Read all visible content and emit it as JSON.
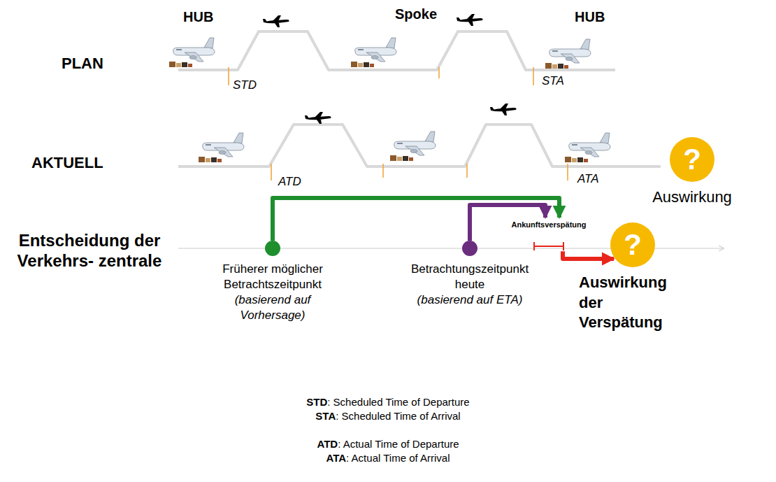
{
  "diagram": {
    "nodes": [
      {
        "text": [
          "Früherer möglicher Betrachtszeitpunkt",
          "(basierend auf Vorhersage)"
        ]
      },
      {
        "text": [
          "Betrachtungszeitpunkt heute",
          "(basierend auf ETA)"
        ]
      },
      {
        "text": [
          "?",
          "Auswirkung"
        ]
      },
      {
        "text": [
          "?",
          "Auswirkung der Verspätung"
        ]
      },
      {
        "text": [
          "Ankunftsverspätung"
        ]
      }
    ],
    "edges": [
      {
        "from": 0,
        "to": 4,
        "arrow": "to"
      },
      {
        "from": 1,
        "to": 4,
        "arrow": "to"
      },
      {
        "from": 4,
        "to": 3,
        "arrow": "to"
      }
    ],
    "labels": [
      "HUB",
      "Spoke",
      "HUB",
      "PLAN",
      "STD",
      "STA",
      "AKTUELL",
      "ATD",
      "ATA",
      "Entscheidung der Verkehrs- zentrale",
      "STD",
      ": Scheduled Time of Departure",
      "STA",
      ": Scheduled Time of Arrival",
      "ATD",
      ": Actual Time of Departure",
      "ATA",
      ": Actual Time of Arrival"
    ]
  }
}
